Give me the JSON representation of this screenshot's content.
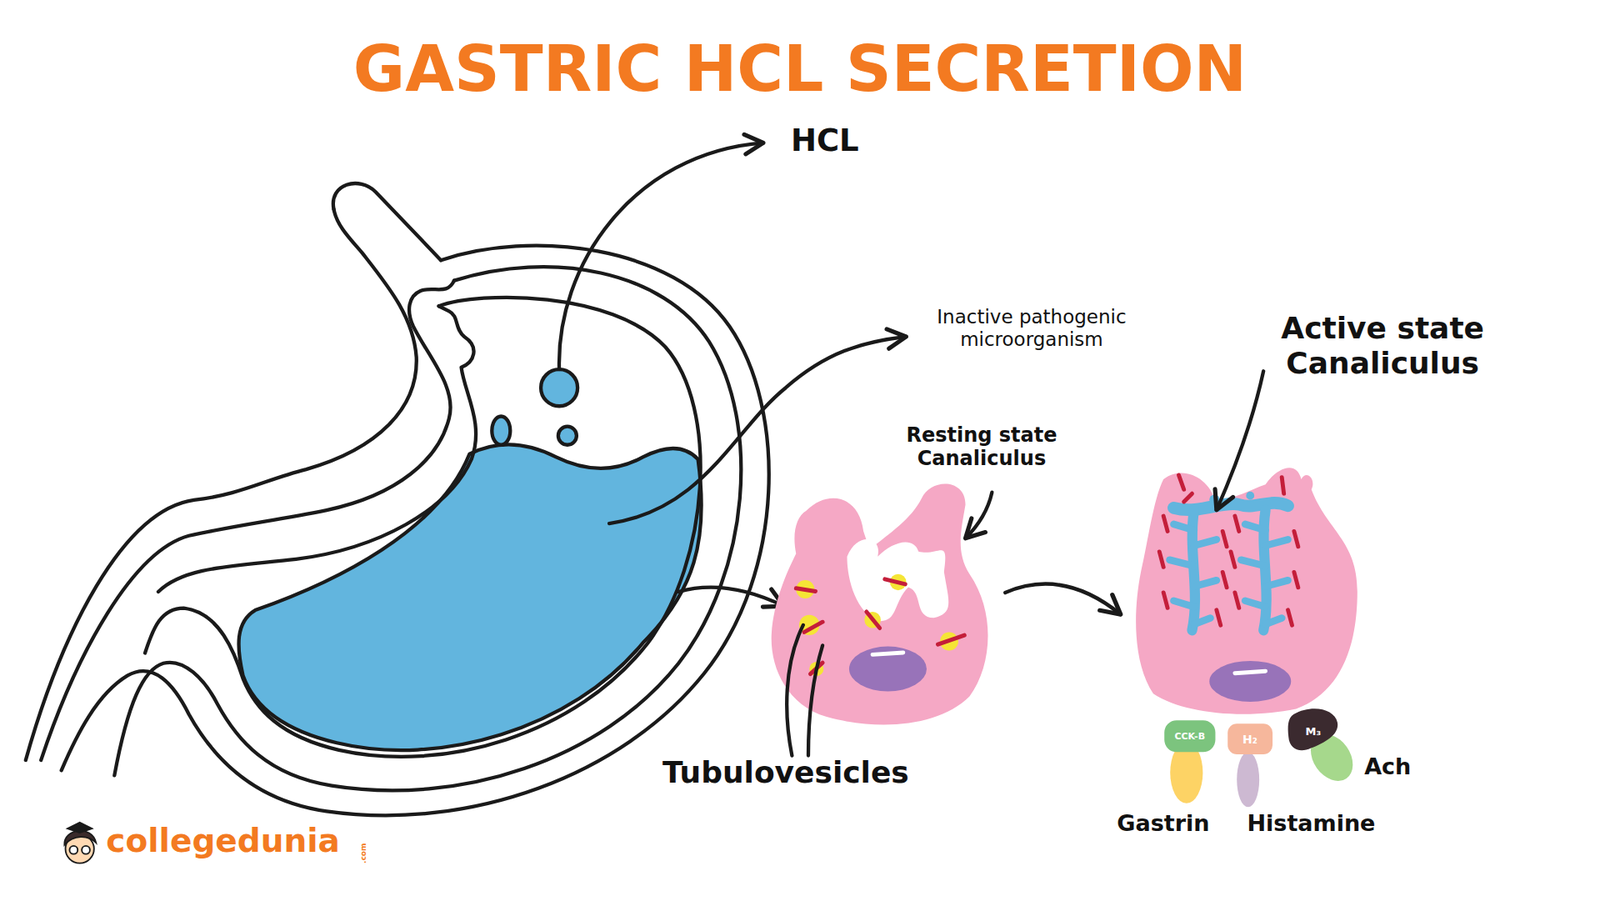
{
  "diagram": {
    "title": "GASTRIC HCL SECRETION",
    "nodes": [
      {
        "text": [
          "Resting state Canaliculus",
          "Tubulovesicles"
        ]
      },
      {
        "text": [
          "Active state Canaliculus"
        ]
      },
      {
        "text": [
          "CCK-B"
        ]
      },
      {
        "text": [
          "H₂"
        ]
      },
      {
        "text": [
          "M₃"
        ]
      },
      {
        "text": [
          "Gastrin"
        ]
      },
      {
        "text": [
          "Histamine"
        ]
      },
      {
        "text": [
          "Ach"
        ]
      }
    ],
    "edges": [
      {
        "from": 0,
        "to": 1,
        "arrow": "to"
      }
    ],
    "labels": [
      "HCL",
      "Inactive pathogenic microorganism",
      "collegedunia",
      ".com"
    ]
  }
}
